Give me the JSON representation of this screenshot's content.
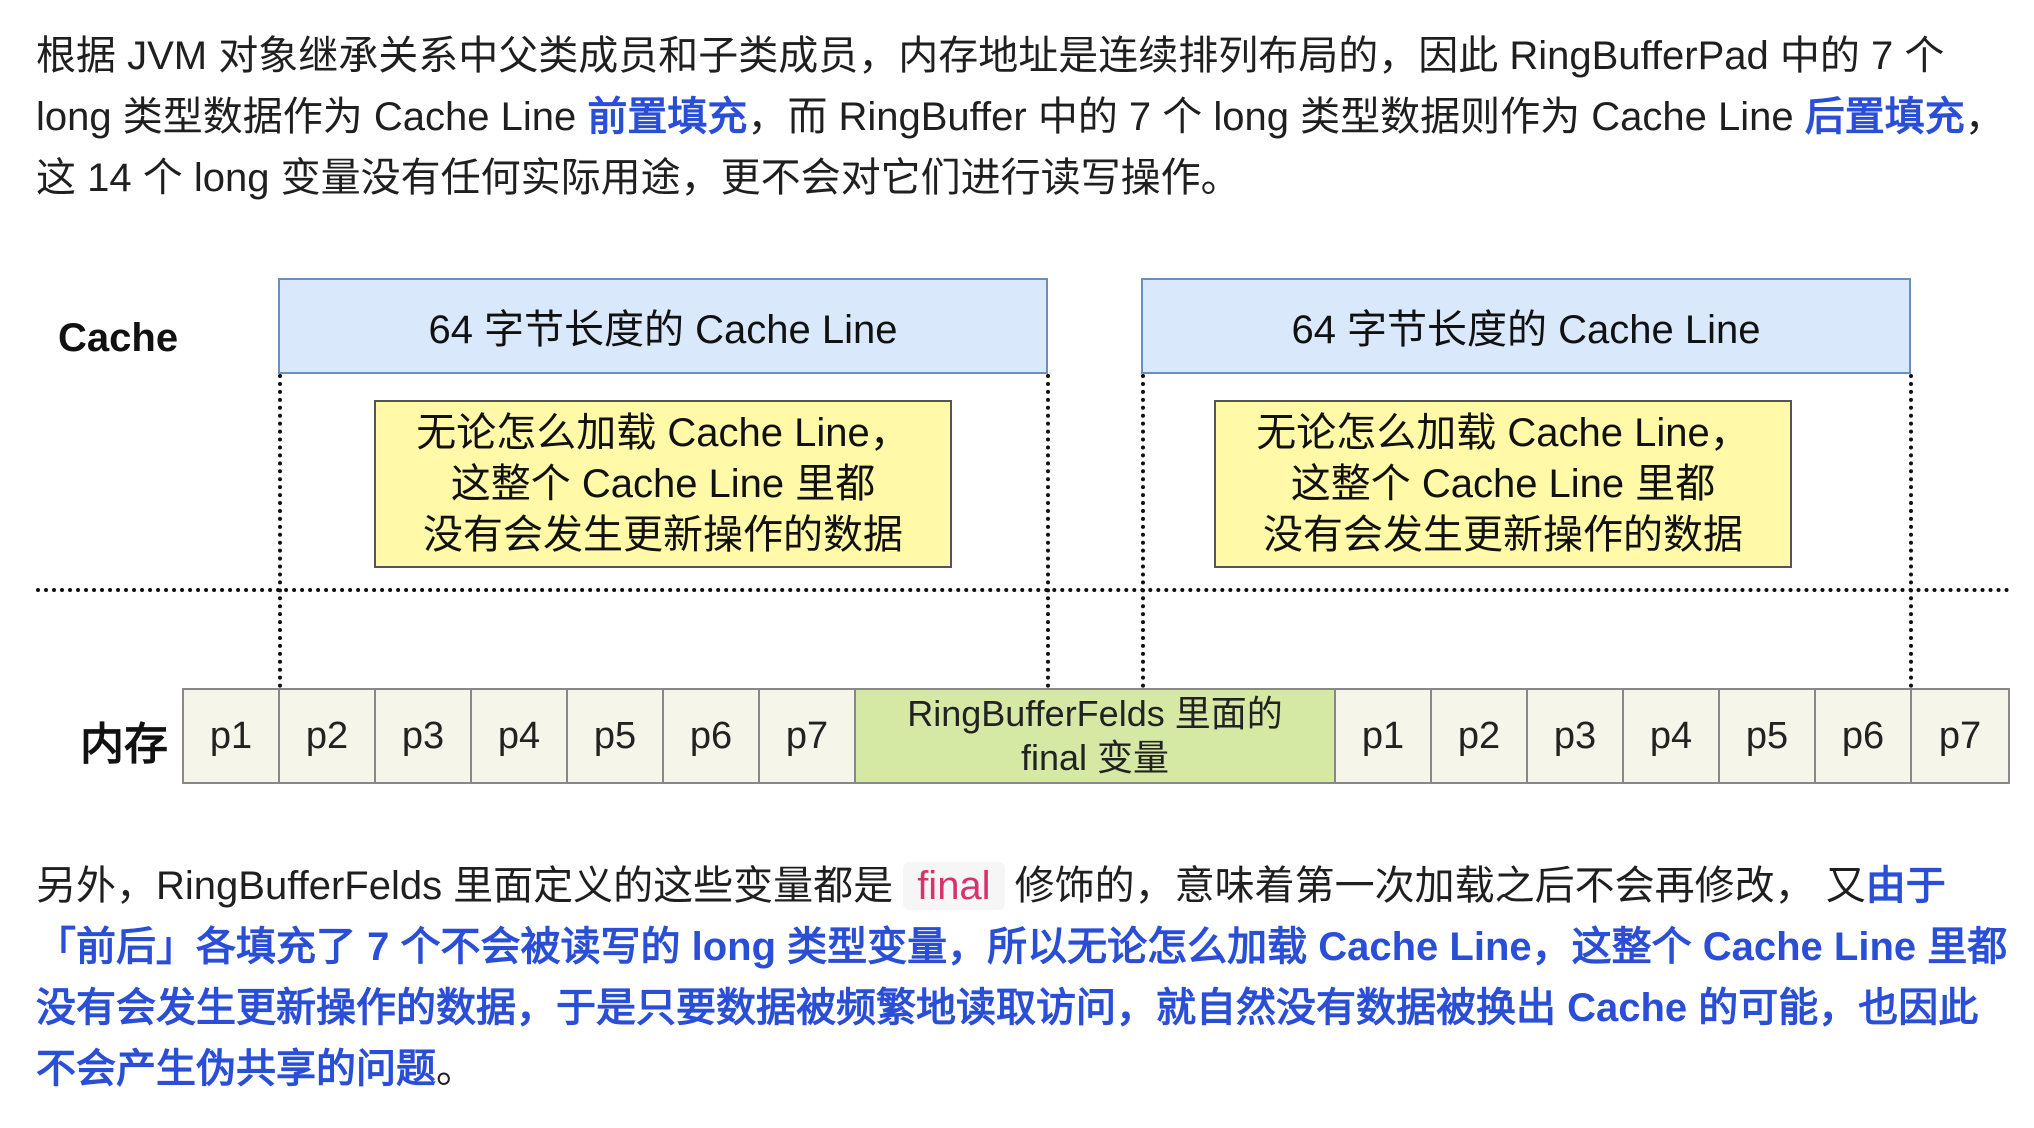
{
  "intro": {
    "t1": "根据 JVM 对象继承关系中父类成员和子类成员，内存地址是连续排列布局的，因此 RingBufferPad 中的 7 个 long 类型数据作为 Cache Line ",
    "h1": "前置填充",
    "t2": "，而 RingBuffer 中的 7 个 long 类型数据则作为 Cache Line ",
    "h2": "后置填充",
    "t3": "，这 14 个 long 变量没有任何实际用途，更不会对它们进行读写操作。"
  },
  "diagram": {
    "cache_label": "Cache",
    "memory_label": "内存",
    "cache_lines": [
      "64 字节长度的 Cache Line",
      "64 字节长度的 Cache Line"
    ],
    "notes": [
      [
        "无论怎么加载 Cache Line，",
        "这整个 Cache Line 里都",
        "没有会发生更新操作的数据"
      ],
      [
        "无论怎么加载 Cache Line，",
        "这整个 Cache Line 里都",
        "没有会发生更新操作的数据"
      ]
    ],
    "left_cells": [
      "p1",
      "p2",
      "p3",
      "p4",
      "p5",
      "p6",
      "p7"
    ],
    "middle_cell": [
      "RingBufferFelds 里面的",
      "final 变量"
    ],
    "right_cells": [
      "p1",
      "p2",
      "p3",
      "p4",
      "p5",
      "p6",
      "p7"
    ]
  },
  "outro": {
    "t1": "另外，RingBufferFelds 里面定义的这些变量都是",
    "code": "final",
    "t2": "修饰的，意味着第一次加载之后不会再修改， 又",
    "h1": "由于「前后」各填充了 7 个不会被读写的 long 类型变量，所以无论怎么加载 Cache Line，这整个 Cache Line 里都没有会发生更新操作的数据，于是只要数据被频繁地读取访问，就自然没有数据被换出 Cache 的可能，也因此不会产生伪共享的问题",
    "t3": "。"
  },
  "colors": {
    "highlight": "#2a4fd6",
    "code": "#d6336c",
    "cache_line_fill": "#dae8fc",
    "note_fill": "#fff9a8",
    "cell_fill": "#f5f5e9",
    "final_cell_fill": "#d5e8a4"
  }
}
